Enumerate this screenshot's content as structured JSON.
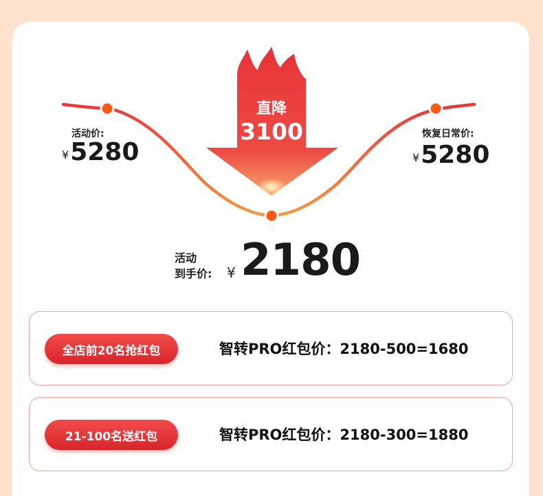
{
  "arrow": {
    "line1": "直降",
    "line2": "3100"
  },
  "left": {
    "label": "活动价:",
    "currency": "¥",
    "price": "5280"
  },
  "right": {
    "label": "恢复日常价:",
    "currency": "¥",
    "price": "5280"
  },
  "final": {
    "label_line1": "活动",
    "label_line2": "到手价:",
    "currency": "¥",
    "price": "2180"
  },
  "offers": [
    {
      "badge": "全店前20名抢红包",
      "formula": "智转PRO红包价：2180-500=1680"
    },
    {
      "badge": "21-100名送红包",
      "formula": "智转PRO红包价：2180-300=1880"
    }
  ],
  "colors": {
    "accent_red": "#e8383a",
    "curve_orange": "#f08a3c",
    "dot": "#ff5a14"
  }
}
